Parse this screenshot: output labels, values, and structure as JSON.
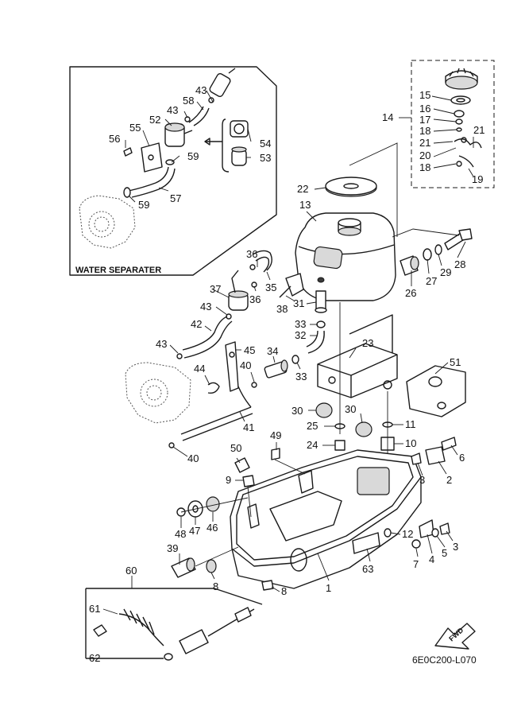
{
  "diagram": {
    "water_separator_box_title": "WATER SEPARATER",
    "drawing_code": "6E0C200-L070",
    "direction_arrow_label": "FWD",
    "callouts": {
      "p1": "1",
      "p2": "2",
      "p3a": "3",
      "p3b": "3",
      "p4": "4",
      "p5": "5",
      "p6": "6",
      "p7": "7",
      "p8a": "8",
      "p8b": "8",
      "p9": "9",
      "p10": "10",
      "p11": "11",
      "p12": "12",
      "p13": "13",
      "p14": "14",
      "p15": "15",
      "p16": "16",
      "p17": "17",
      "p18a": "18",
      "p18b": "18",
      "p19": "19",
      "p20": "20",
      "p21a": "21",
      "p21b": "21",
      "p22": "22",
      "p23": "23",
      "p24": "24",
      "p25": "25",
      "p26": "26",
      "p27": "27",
      "p28": "28",
      "p29": "29",
      "p30a": "30",
      "p30b": "30",
      "p31": "31",
      "p32": "32",
      "p33a": "33",
      "p33b": "33",
      "p34": "34",
      "p35": "35",
      "p36a": "36",
      "p36b": "36",
      "p37": "37",
      "p38": "38",
      "p39": "39",
      "p40a": "40",
      "p40b": "40",
      "p41": "41",
      "p42": "42",
      "p43a": "43",
      "p43b": "43",
      "p43c": "43",
      "p43d": "43",
      "p44": "44",
      "p45": "45",
      "p46": "46",
      "p47": "47",
      "p48": "48",
      "p49": "49",
      "p50": "50",
      "p51": "51",
      "p52": "52",
      "p53": "53",
      "p54": "54",
      "p55": "55",
      "p56": "56",
      "p57": "57",
      "p58": "58",
      "p59a": "59",
      "p59b": "59",
      "p60": "60",
      "p61": "61",
      "p62": "62",
      "p63": "63"
    }
  }
}
